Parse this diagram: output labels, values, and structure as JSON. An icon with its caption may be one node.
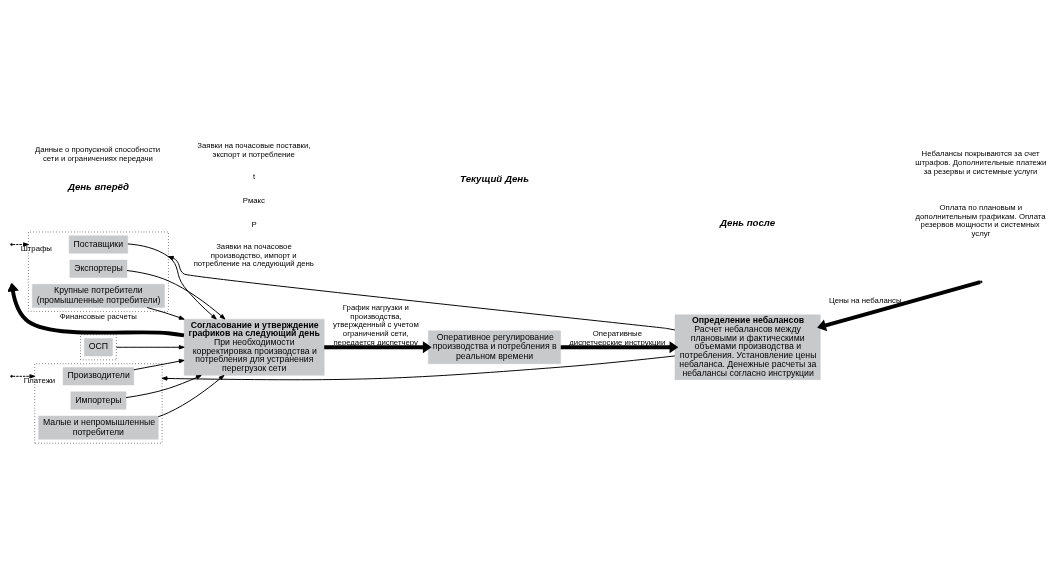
{
  "diagram": {
    "nodes": [
      {
        "text": [],
        "shape": "box"
      },
      {
        "text": [
          "Производители"
        ],
        "in": 0
      },
      {
        "text": [
          "Импортеры"
        ],
        "in": 0
      },
      {
        "text": [
          "Малые и непромышленные потребители"
        ],
        "in": 0
      },
      {
        "text": [
          "Согласование и утверждение графиков на следующий день",
          "При необходимости корректировка производства и потребления для устранения перегрузок сети"
        ]
      },
      {
        "text": [
          "Оперативное регулирование производства и потребления в реальном времени"
        ]
      },
      {
        "text": [
          "Определение небалансов",
          "Расчет небалансов между плановыми и фактическими объемами производства и потребления. Установление цены небаланса. Денежные расчеты за небалансы согласно инструкции"
        ]
      },
      {
        "text": [],
        "shape": "box"
      },
      {
        "text": [
          "Поставщики"
        ],
        "in": 7
      },
      {
        "text": [
          "Экспортеры"
        ],
        "in": 7
      },
      {
        "text": [
          "Крупные потребители (промышленные потребители)"
        ],
        "in": 7
      },
      {
        "text": [],
        "shape": "box"
      },
      {
        "text": [
          "ОСП"
        ],
        "in": 11
      }
    ],
    "edges": [
      {
        "from": 1,
        "to": 4,
        "arrow": "to"
      },
      {
        "from": 2,
        "to": 4,
        "arrow": "to"
      },
      {
        "from": 3,
        "to": 4,
        "arrow": "to"
      },
      {
        "from": 8,
        "to": 4,
        "arrow": "to"
      },
      {
        "from": 9,
        "to": 4,
        "arrow": "to"
      },
      {
        "from": 10,
        "to": 4,
        "arrow": "to"
      },
      {
        "from": 11,
        "to": 4,
        "arrow": "to"
      },
      {
        "from": 4,
        "to": 5,
        "arrow": "to",
        "style": "thick",
        "label": "График нагрузки и производства, утвержденный с учетом ограничений сети, передается диспетчеру"
      },
      {
        "from": 5,
        "to": 6,
        "arrow": "to",
        "style": "thick",
        "label": "Оперативные диспетчерские инструкции"
      },
      {
        "from": null,
        "to": 6,
        "arrow": "to",
        "style": "thick",
        "label": "Цены на небалансы"
      },
      {
        "from": 4,
        "to": null,
        "arrow": "to",
        "style": "thick",
        "label": "Финансовые расчеты"
      },
      {
        "from": null,
        "to": 0,
        "arrow": "to",
        "style": "dashed",
        "label": "Платежи"
      },
      {
        "from": null,
        "to": 7,
        "arrow": "to",
        "style": "dashed",
        "label": "Штрафы"
      },
      {
        "from": 6,
        "to": 0,
        "arrow": "to"
      },
      {
        "from": 6,
        "to": 7,
        "arrow": "to"
      }
    ],
    "labels": [
      "День вперёд",
      "Текущий День",
      "День после",
      "Заявки на почасовое производство, импорт и потребление на следующий день",
      "Оплата по плановым и дополнительным графикам. Оплата резервов мощности и системных услуг",
      "P",
      "Pмакс",
      "t",
      "Данные о пропускной способности сети и ограничениях передачи",
      "Заявки на почасовые поставки, экспорт и потребление",
      "Небалансы покрываются за счет штрафов. Дополнительные платежи за резервы и системные услуги"
    ]
  }
}
